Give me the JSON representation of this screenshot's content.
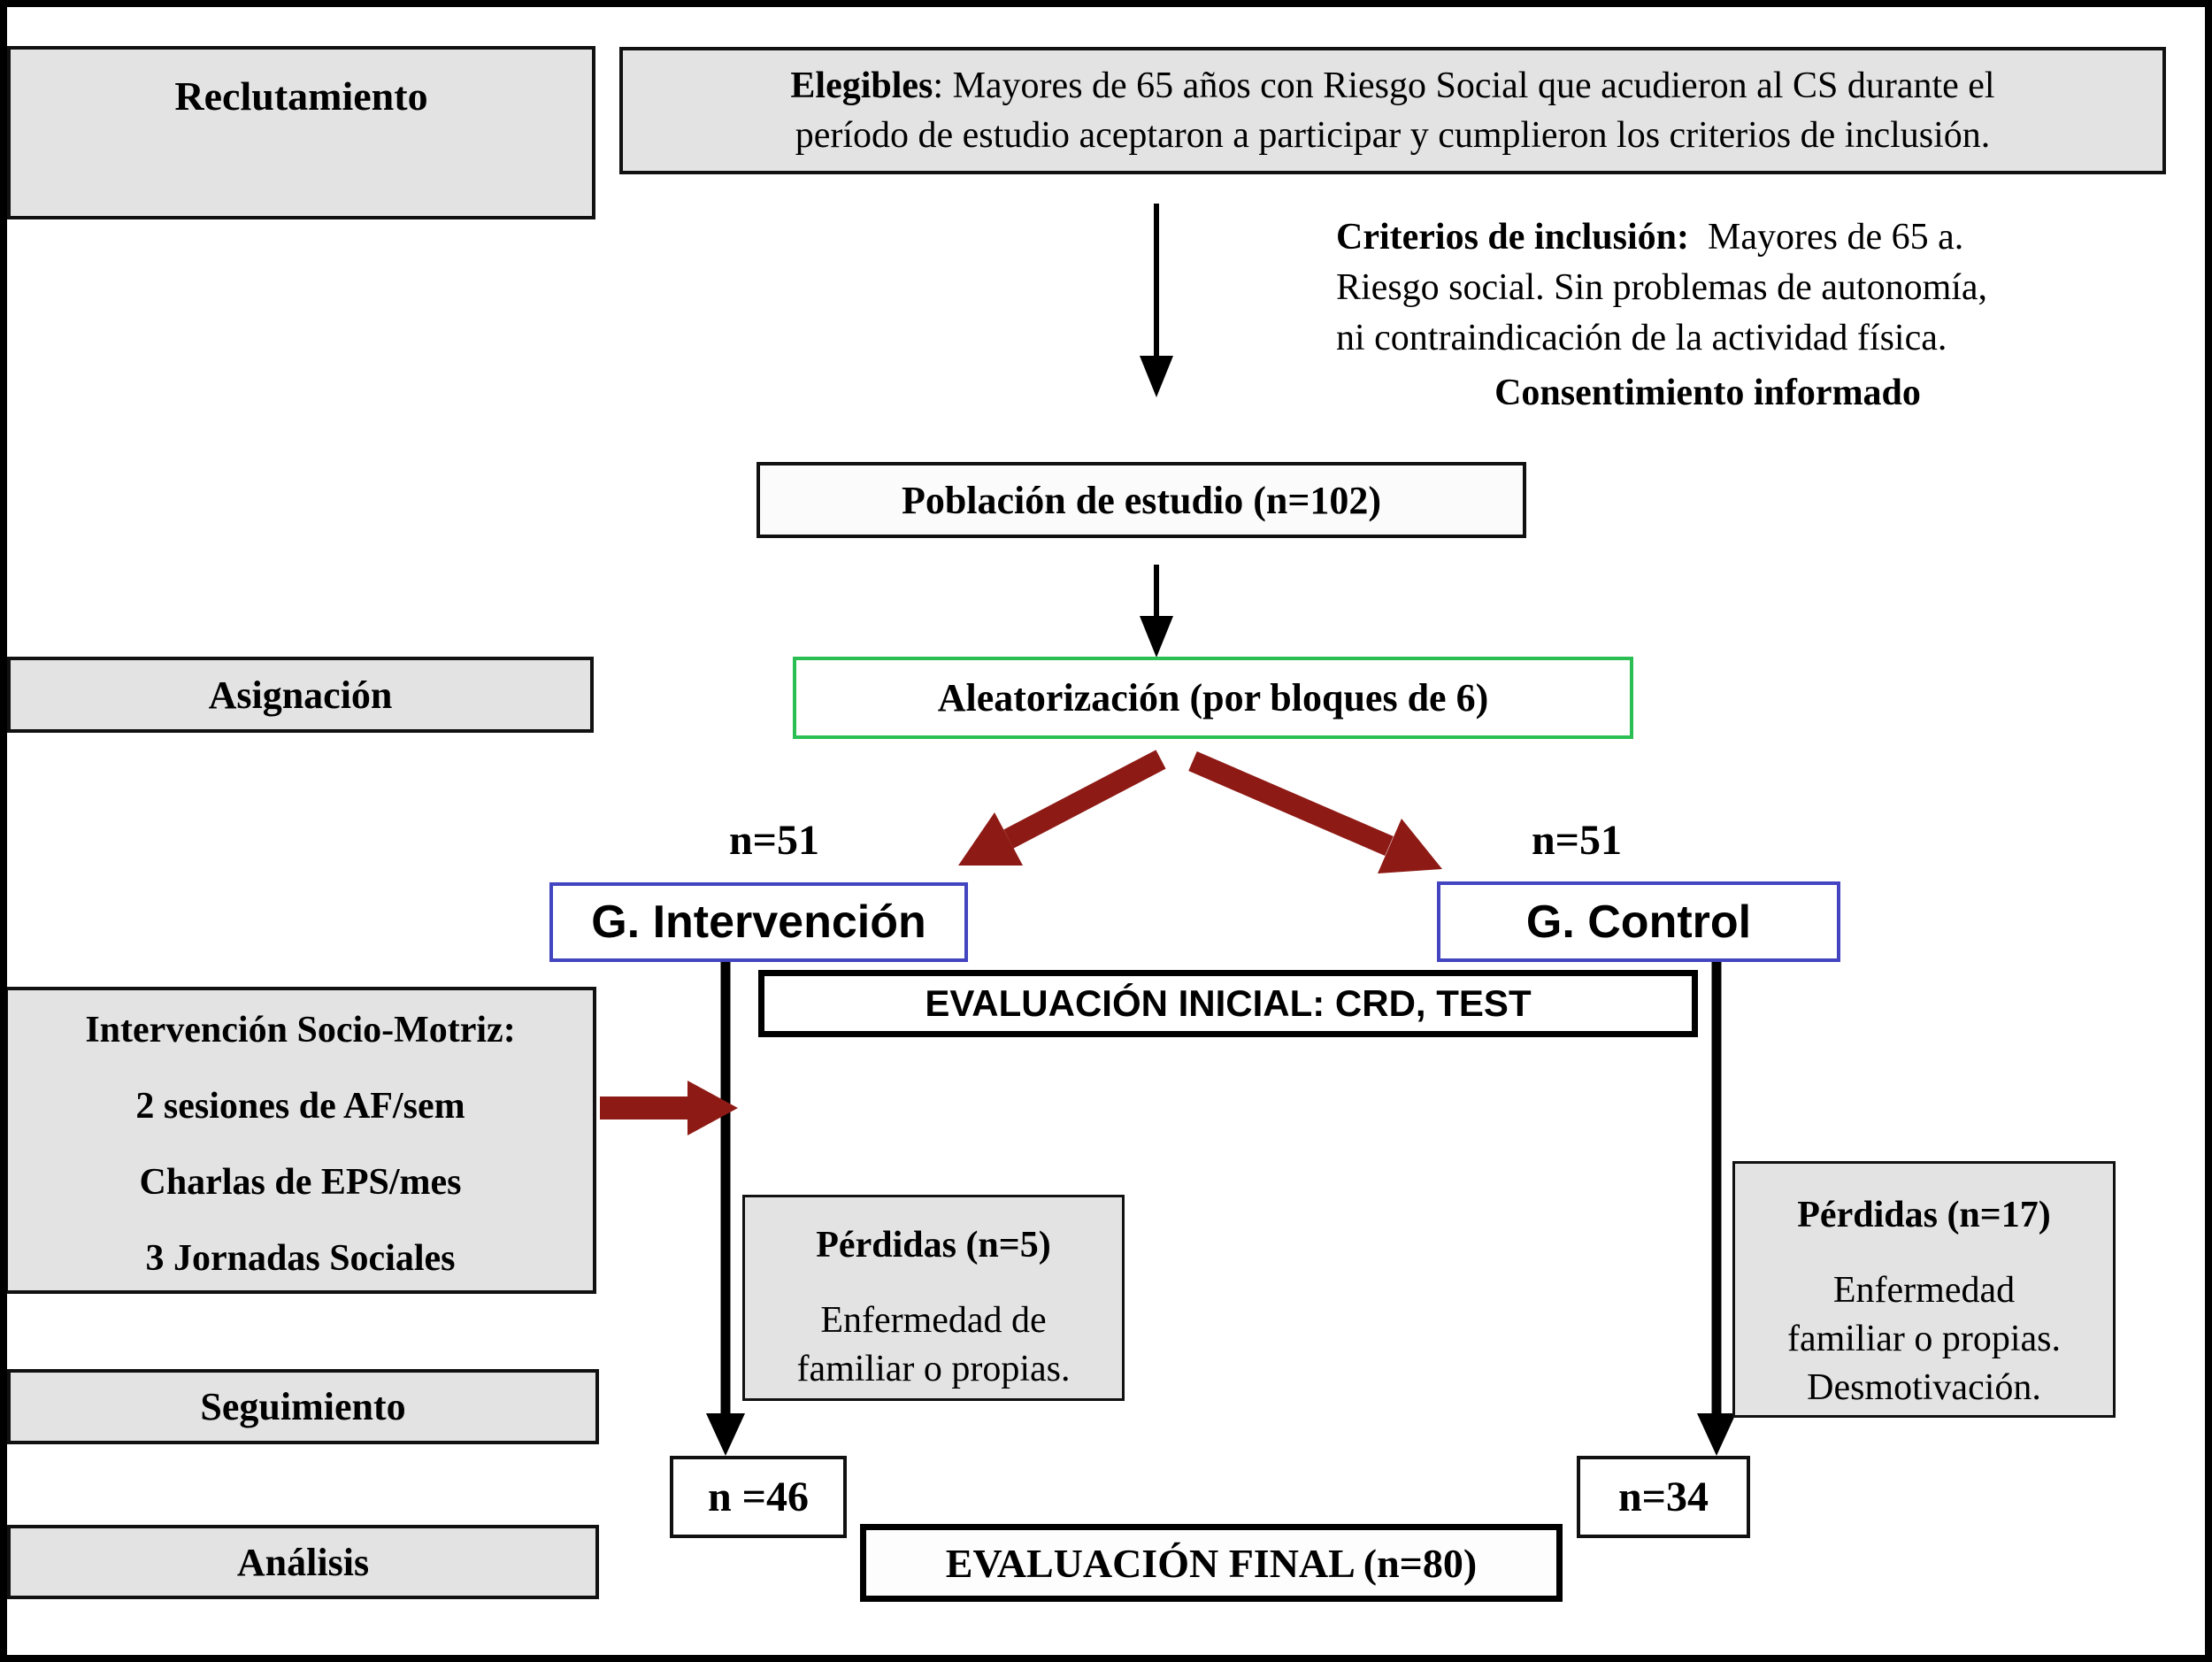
{
  "colors": {
    "background": "#ffffff",
    "box_grey_fill": "#e3e3e3",
    "border_black": "#000000",
    "randomization_border_green": "#2bbf53",
    "group_border_blue": "#4345c0",
    "arrow_maroon": "#8e1a15"
  },
  "stages": {
    "reclutamiento": "Reclutamiento",
    "asignacion": "Asignación",
    "seguimiento": "Seguimiento",
    "analisis": "Análisis"
  },
  "elegibles": {
    "lead": "Elegibles",
    "line1_rest": ": Mayores de 65 años con Riesgo Social que acudieron al CS durante el",
    "line2": "período de estudio aceptaron a participar y cumplieron los criterios de inclusión."
  },
  "criterios": {
    "title": "Criterios de inclusión:",
    "line1_rest": "  Mayores de 65 a.",
    "line2": "Riesgo social. Sin problemas de autonomía,",
    "line3": "ni contraindicación de la actividad física.",
    "consent": "Consentimiento informado"
  },
  "poblacion": {
    "label": "Población de estudio (n=102)"
  },
  "aleatorizacion": {
    "label": "Aleatorización (por bloques de 6)"
  },
  "asignacion_n": {
    "left": "n=51",
    "right": "n=51"
  },
  "grupos": {
    "intervencion": "G. Intervención",
    "control": "G. Control"
  },
  "evaluacion_inicial": {
    "label": "EVALUACIÓN INICIAL: CRD, TEST"
  },
  "intervencion_box": {
    "title": "Intervención Socio-Motriz:",
    "items": [
      "2 sesiones de AF/sem",
      "Charlas de EPS/mes",
      "3 Jornadas Sociales"
    ]
  },
  "perdidas_intervencion": {
    "title": "Pérdidas (n=5)",
    "lines": [
      "Enfermedad de",
      "familiar o propias."
    ]
  },
  "perdidas_control": {
    "title": "Pérdidas (n=17)",
    "lines": [
      "Enfermedad",
      "familiar o propias.",
      "Desmotivación."
    ]
  },
  "resultados": {
    "left": "n =46",
    "right": "n=34"
  },
  "evaluacion_final": {
    "label": "EVALUACIÓN FINAL (n=80)"
  }
}
